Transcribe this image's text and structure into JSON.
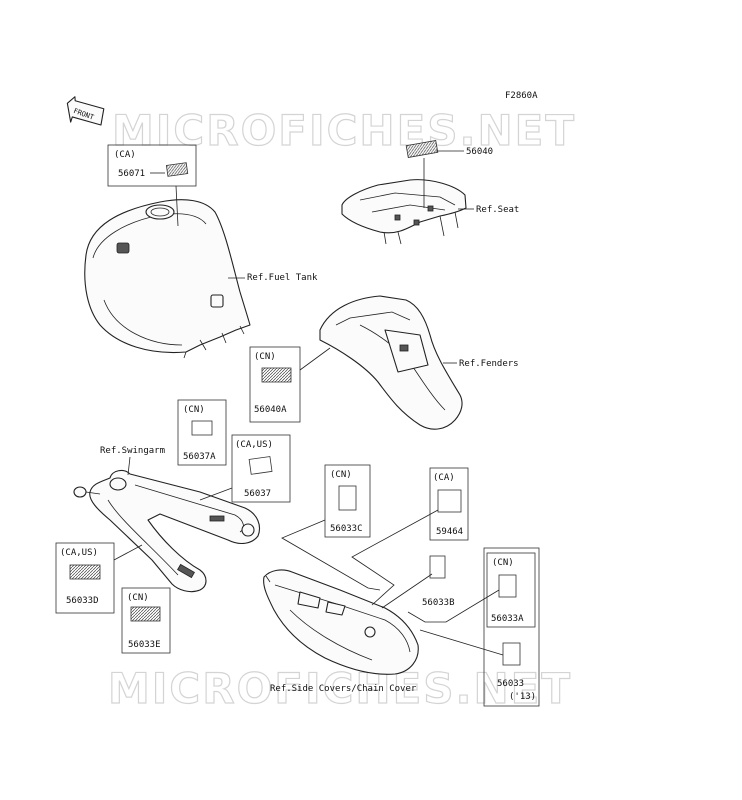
{
  "figure_code": "F2860A",
  "front_label": "FRONT",
  "watermark": "MICROFICHES.NET",
  "refs": {
    "fuel_tank": "Ref.Fuel Tank",
    "seat": "Ref.Seat",
    "fenders": "Ref.Fenders",
    "swingarm": "Ref.Swingarm",
    "side_covers": "Ref.Side Covers/Chain Cover"
  },
  "callouts": [
    {
      "part": "56071",
      "region": "(CA)"
    },
    {
      "part": "56040",
      "region": ""
    },
    {
      "part": "56040A",
      "region": "(CN)"
    },
    {
      "part": "56037A",
      "region": "(CN)"
    },
    {
      "part": "56037",
      "region": "(CA,US)"
    },
    {
      "part": "56033C",
      "region": "(CN)"
    },
    {
      "part": "59464",
      "region": "(CA)"
    },
    {
      "part": "56033D",
      "region": "(CA,US)"
    },
    {
      "part": "56033E",
      "region": "(CN)"
    },
    {
      "part": "56033B",
      "region": ""
    },
    {
      "part": "56033A",
      "region": "(CN)"
    },
    {
      "part": "56033",
      "region": "('13)"
    }
  ]
}
